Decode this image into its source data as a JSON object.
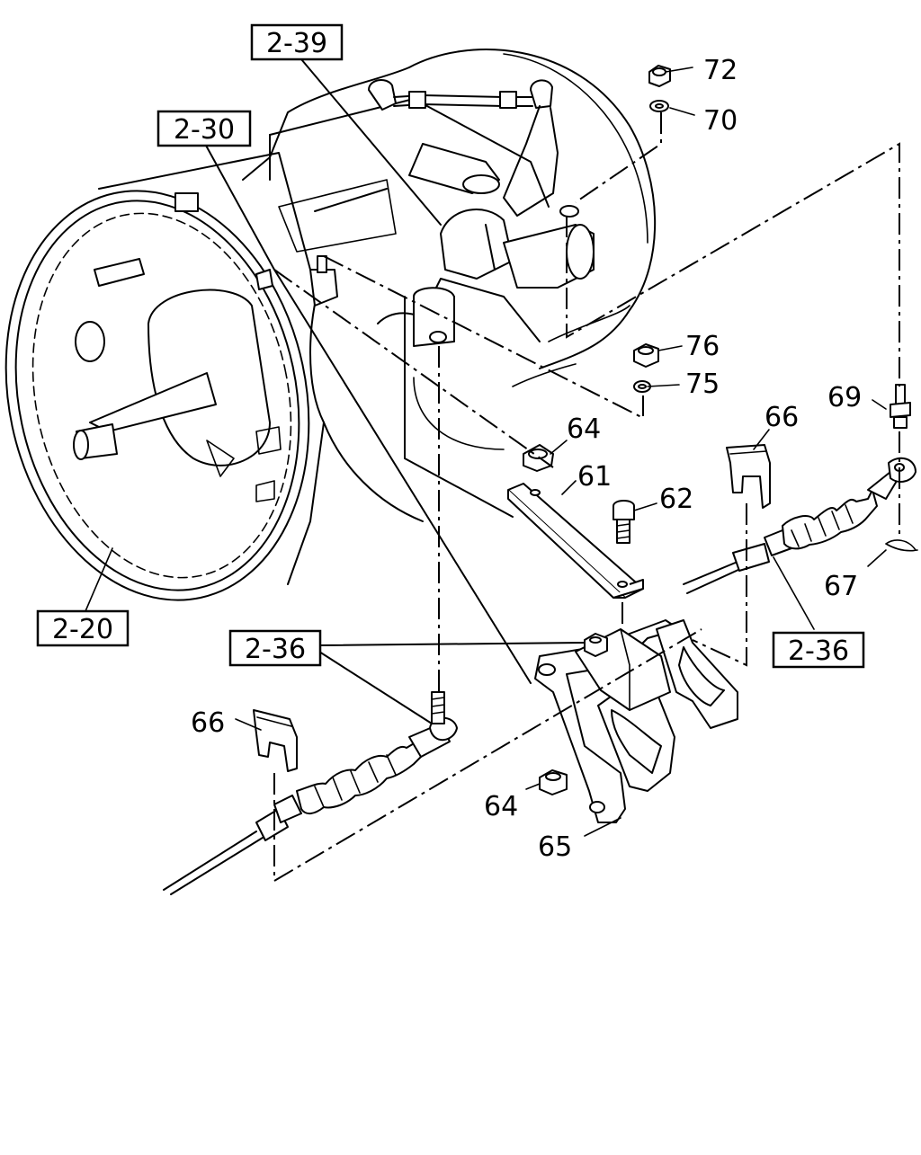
{
  "diagram": {
    "references": {
      "ref_2_39": "2-39",
      "ref_2_30": "2-30",
      "ref_2_20": "2-20",
      "ref_2_36_left": "2-36",
      "ref_2_36_right": "2-36"
    },
    "parts": {
      "p72": "72",
      "p70": "70",
      "p76": "76",
      "p75": "75",
      "p69": "69",
      "p66_right": "66",
      "p64_top": "64",
      "p61": "61",
      "p62": "62",
      "p67": "67",
      "p66_left": "66",
      "p64_bottom": "64",
      "p65": "65"
    }
  }
}
